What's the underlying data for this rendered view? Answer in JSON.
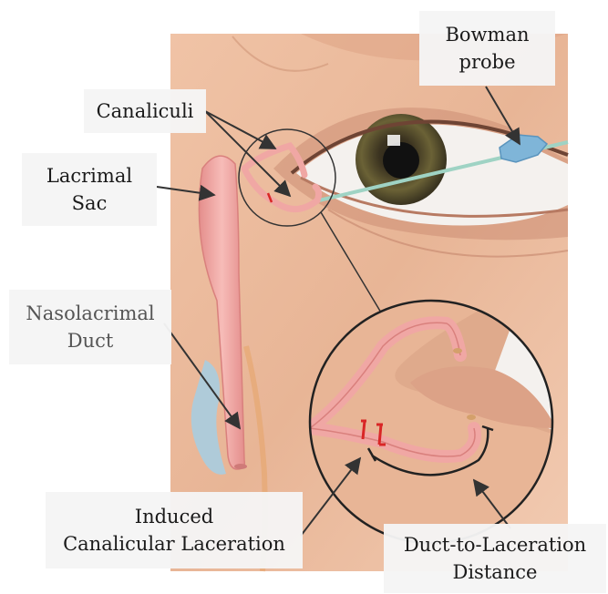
{
  "labels": {
    "bowman_probe": {
      "line1": "Bowman",
      "line2": "probe"
    },
    "canaliculi": {
      "line1": "Canaliculi"
    },
    "lacrimal_sac": {
      "line1": "Lacrimal",
      "line2": "Sac"
    },
    "nasolacrimal_duct": {
      "line1": "Nasolacrimal",
      "line2": "Duct"
    },
    "induced_laceration": {
      "line1": "Induced",
      "line2": "Canalicular Laceration"
    },
    "duct_to_laceration": {
      "line1": "Duct-to-Laceration",
      "line2": "Distance"
    }
  },
  "colors": {
    "skin": "#e9b89a",
    "skin_shadow": "#d99c7e",
    "duct": "#f0a7a4",
    "duct_outline": "#d9807d",
    "probe": "#7fb5d8",
    "laceration": "#d92626",
    "iris": "#5a5230"
  }
}
